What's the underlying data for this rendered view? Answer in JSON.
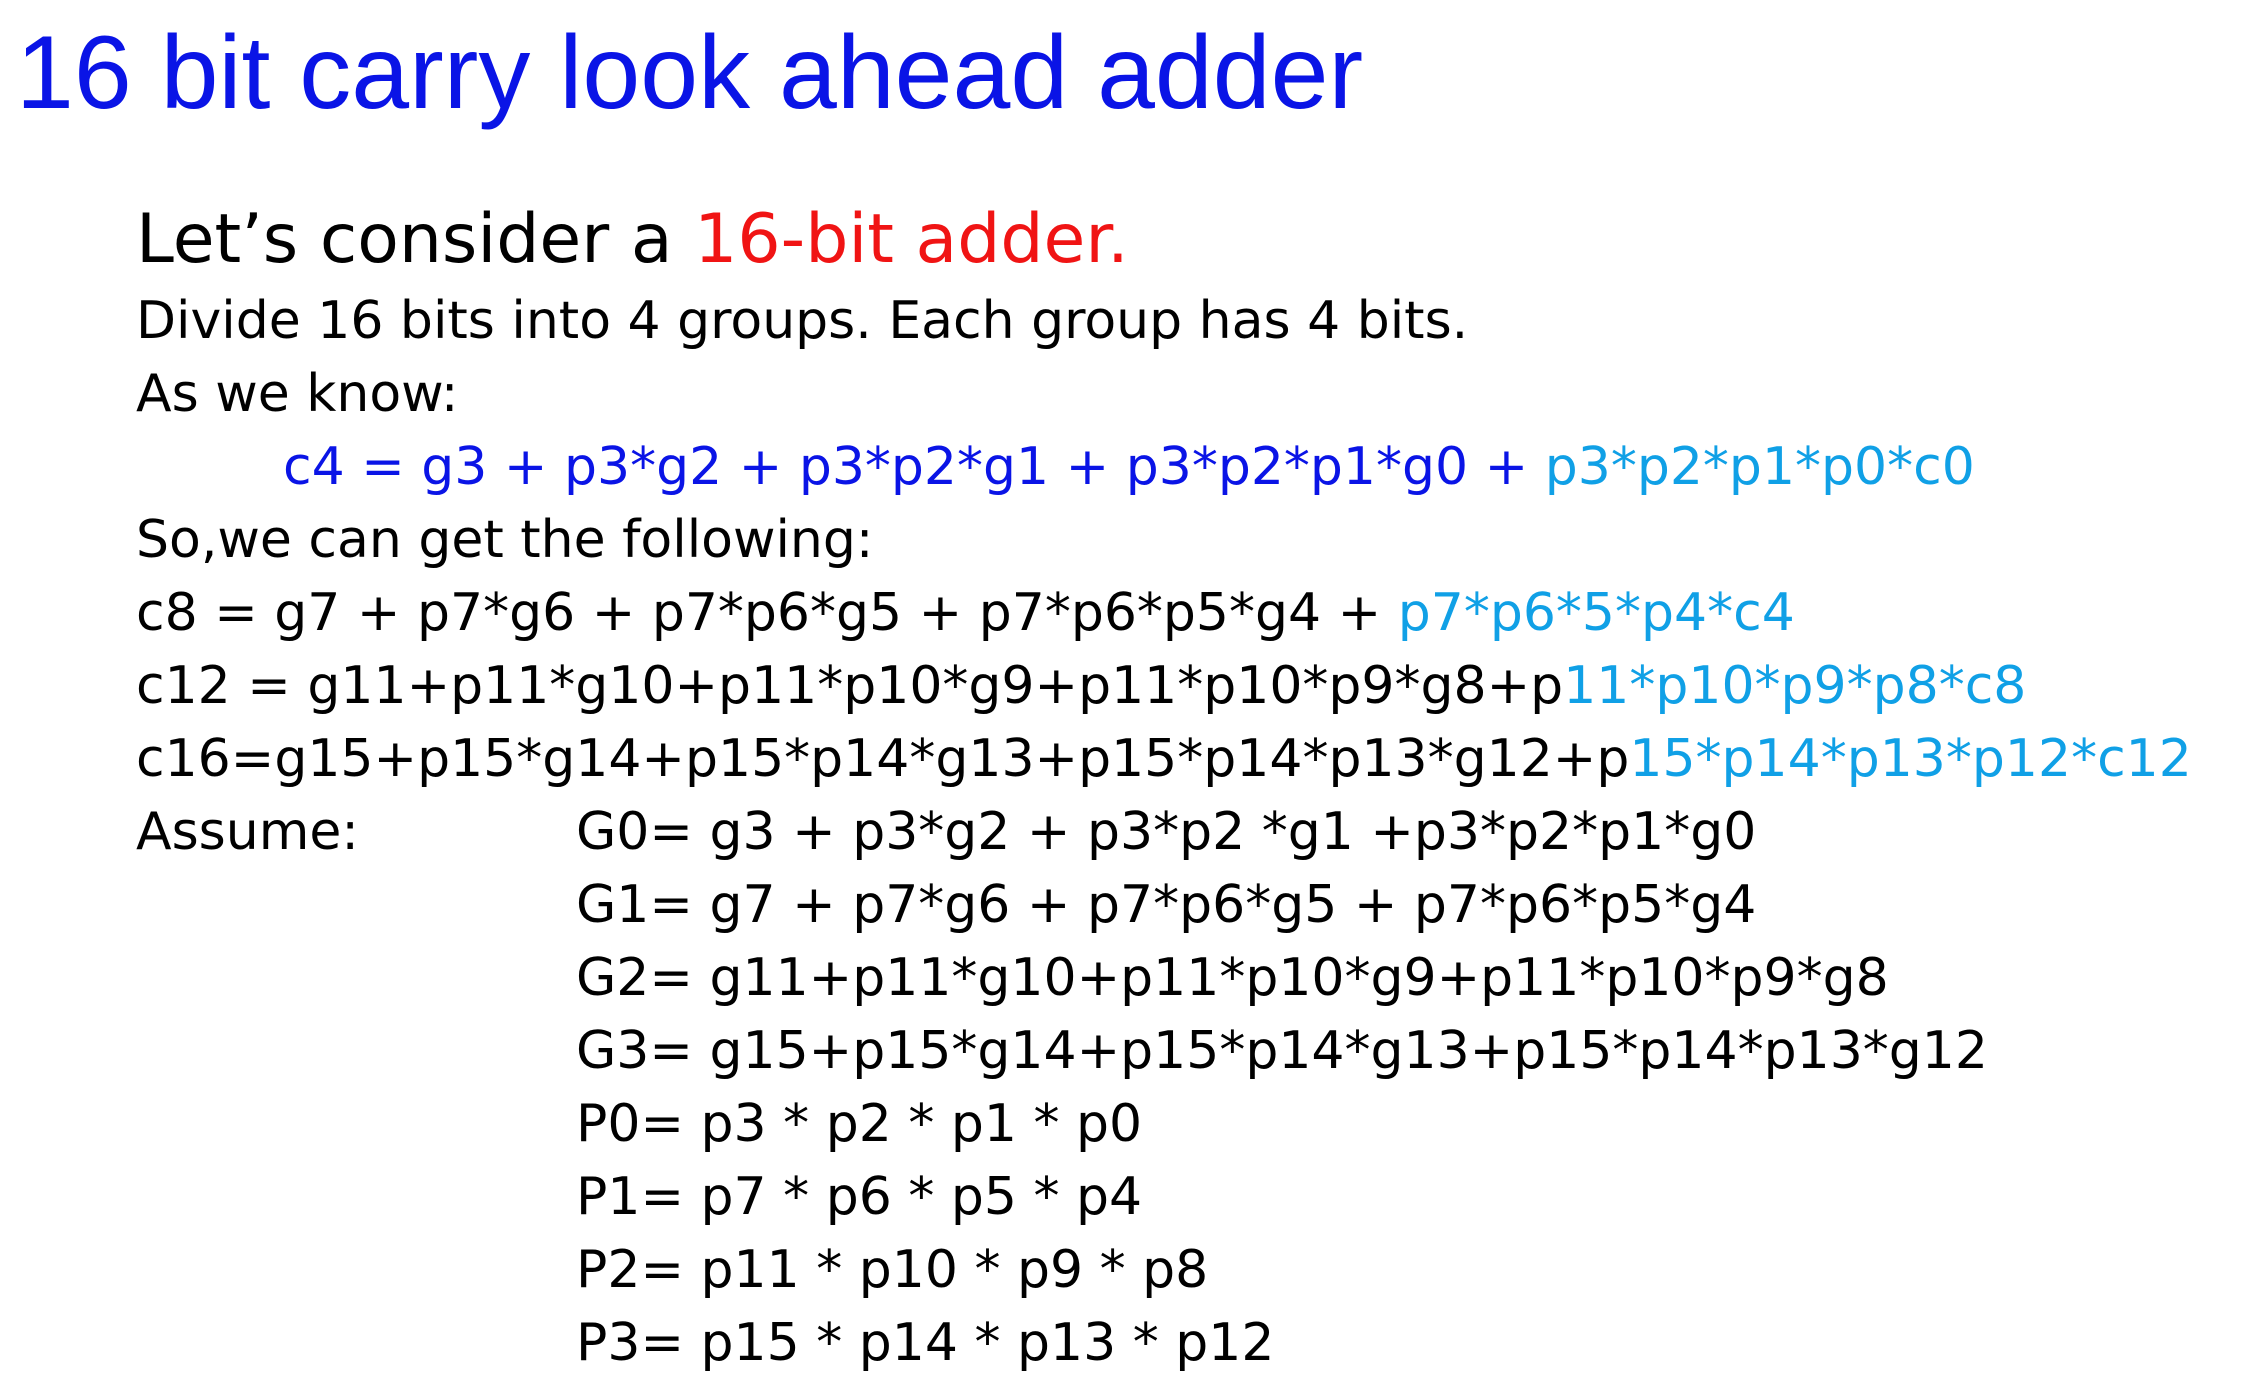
{
  "title": "16 bit carry look ahead adder",
  "colors": {
    "title": "#0a14e6",
    "highlight_red": "#f01414",
    "formula_blue": "#0a14e6",
    "carry_cyan": "#10a0e6",
    "text": "#000000",
    "background": "#ffffff"
  },
  "intro": {
    "prefix": "Let’s consider a ",
    "highlight": "16-bit adder."
  },
  "divide_line": "Divide 16 bits into 4 groups. Each group has 4 bits.",
  "as_we_know": "As we know:",
  "c4": {
    "main": "c4 = g3 + p3*g2 + p3*p2*g1 + p3*p2*p1*g0 + ",
    "carry": "p3*p2*p1*p0*c0"
  },
  "so_line": "So,we can get the following:",
  "c8": {
    "main": "c8 = g7 + p7*g6 + p7*p6*g5 + p7*p6*p5*g4 + ",
    "carry": "p7*p6*5*p4*c4"
  },
  "c12": {
    "main": "c12 = g11+p11*g10+p11*p10*g9+p11*p10*p9*g8+p",
    "carry": "11*p10*p9*p8*c8"
  },
  "c16": {
    "main": "c16=g15+p15*g14+p15*p14*g13+p15*p14*p13*g12+p",
    "carry": "15*p14*p13*p12*c12"
  },
  "assume_label": "Assume:",
  "assumptions": [
    "G0= g3 + p3*g2 + p3*p2 *g1 +p3*p2*p1*g0",
    "G1= g7 + p7*g6 + p7*p6*g5 + p7*p6*p5*g4",
    "G2= g11+p11*g10+p11*p10*g9+p11*p10*p9*g8",
    "G3= g15+p15*g14+p15*p14*g13+p15*p14*p13*g12",
    "P0= p3 * p2 * p1 * p0",
    "P1= p7 * p6 * p5 * p4",
    "P2= p11 * p10 * p9 * p8",
    "P3= p15 * p14 * p13 * p12"
  ]
}
